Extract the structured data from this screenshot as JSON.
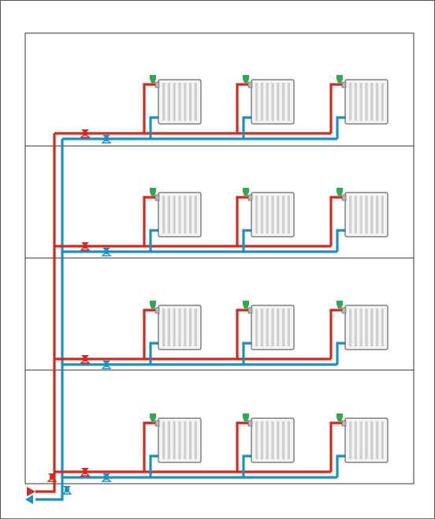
{
  "diagram": {
    "kind": "two-pipe heating system schematic",
    "floors": 4,
    "radiators_per_floor": 3,
    "colors": {
      "supply": "#d22a1e",
      "return": "#1a8fc4",
      "thermostatic_head": "#2fa84f",
      "radiator_fill": "#f4f4f4",
      "radiator_fins": "#cfcfcf",
      "building_outline": "#333333"
    },
    "icons": [
      "supply-arrow-icon",
      "return-arrow-icon",
      "valve-icon",
      "thermostatic-head-icon",
      "radiator-icon"
    ]
  }
}
